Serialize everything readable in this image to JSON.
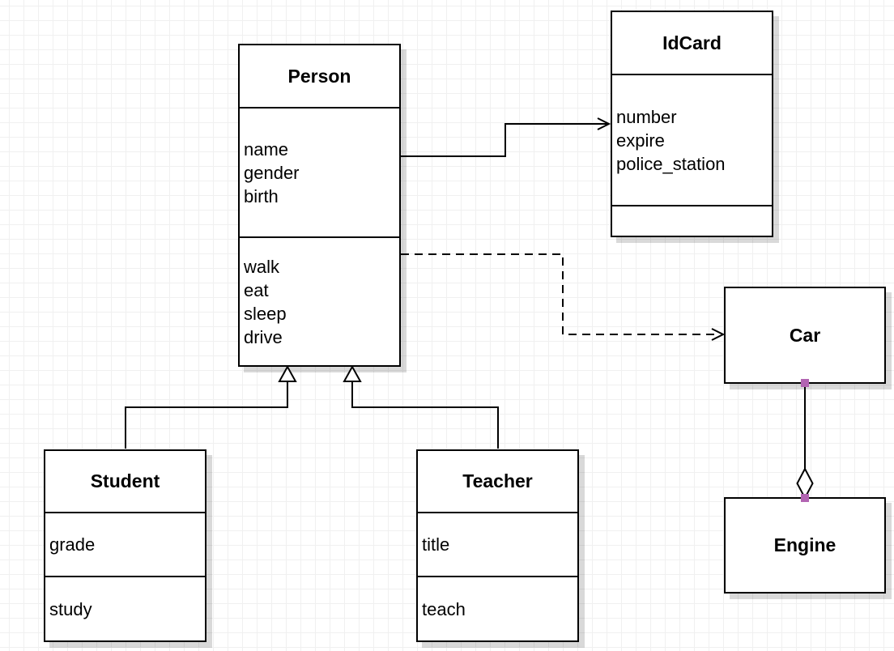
{
  "canvas": {
    "background_color": "#ffffff",
    "grid_color": "#f0f0f0"
  },
  "colors": {
    "node_border": "#000000",
    "node_fill": "#ffffff",
    "edge_stroke": "#000000",
    "endpoint_handle": "#b264b2",
    "shadow": "rgba(0,0,0,0.15)"
  },
  "diagram": {
    "type": "uml-class-diagram",
    "classes": [
      {
        "name": "Person",
        "attributes": [
          "name",
          "gender",
          "birth"
        ],
        "methods": [
          "walk",
          "eat",
          "sleep",
          "drive"
        ]
      },
      {
        "name": "IdCard",
        "attributes": [
          "number",
          "expire",
          "police_station"
        ],
        "methods": []
      },
      {
        "name": "Car"
      },
      {
        "name": "Engine"
      },
      {
        "name": "Student",
        "attributes": [
          "grade"
        ],
        "methods": [
          "study"
        ]
      },
      {
        "name": "Teacher",
        "attributes": [
          "title"
        ],
        "methods": [
          "teach"
        ]
      }
    ],
    "relationships": [
      {
        "from": "Person",
        "to": "IdCard",
        "type": "association",
        "line": "solid",
        "arrow": "open-arrow"
      },
      {
        "from": "Person",
        "to": "Car",
        "type": "dependency",
        "line": "dashed",
        "arrow": "open-arrow"
      },
      {
        "from": "Student",
        "to": "Person",
        "type": "generalization",
        "line": "solid",
        "arrow": "hollow-triangle"
      },
      {
        "from": "Teacher",
        "to": "Person",
        "type": "generalization",
        "line": "solid",
        "arrow": "hollow-triangle"
      },
      {
        "from": "Car",
        "to": "Engine",
        "type": "aggregation",
        "line": "solid",
        "arrow": "hollow-diamond"
      }
    ]
  }
}
